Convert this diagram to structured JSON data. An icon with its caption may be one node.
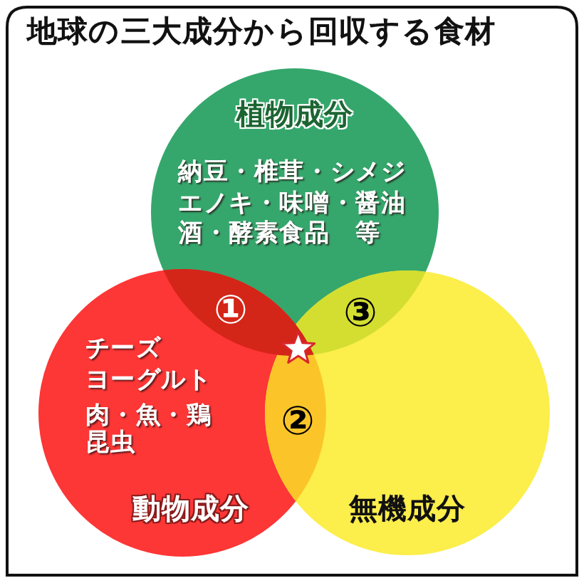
{
  "diagram": {
    "title": "地球の三大成分から回収する食材",
    "nodes": [
      {
        "text": [
          "植物成分",
          "納豆・椎茸・シメジエノキ・味噌・醤油酒・酵素食品　等"
        ]
      },
      {
        "text": [
          "チーズ",
          "ヨーグルト",
          "肉・魚・鶏",
          "昆虫",
          "動物成分"
        ]
      },
      {
        "text": [
          "無機成分"
        ]
      }
    ],
    "labels": [
      "①",
      "③",
      "②"
    ]
  }
}
